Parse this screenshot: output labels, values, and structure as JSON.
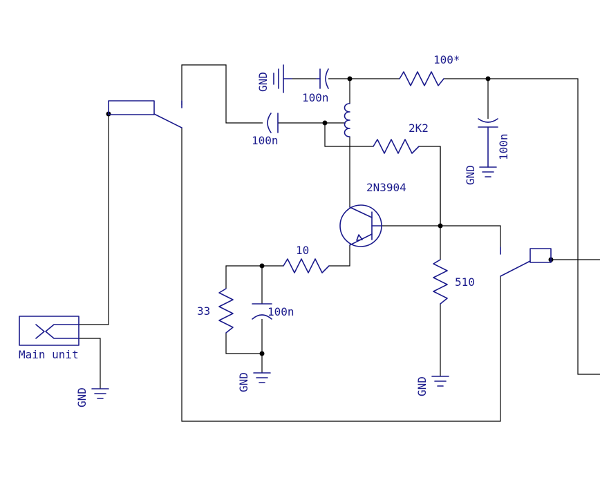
{
  "labels": {
    "main_unit": "Main unit",
    "gnd": "GND",
    "c_100n": "100n",
    "r_100": "100*",
    "r_2k2": "2K2",
    "q_2n3904": "2N3904",
    "r_10": "10",
    "r_33": "33",
    "r_510": "510"
  },
  "colors": {
    "component": "#1a1a8c",
    "wire": "#000000",
    "background": "#ffffff"
  }
}
